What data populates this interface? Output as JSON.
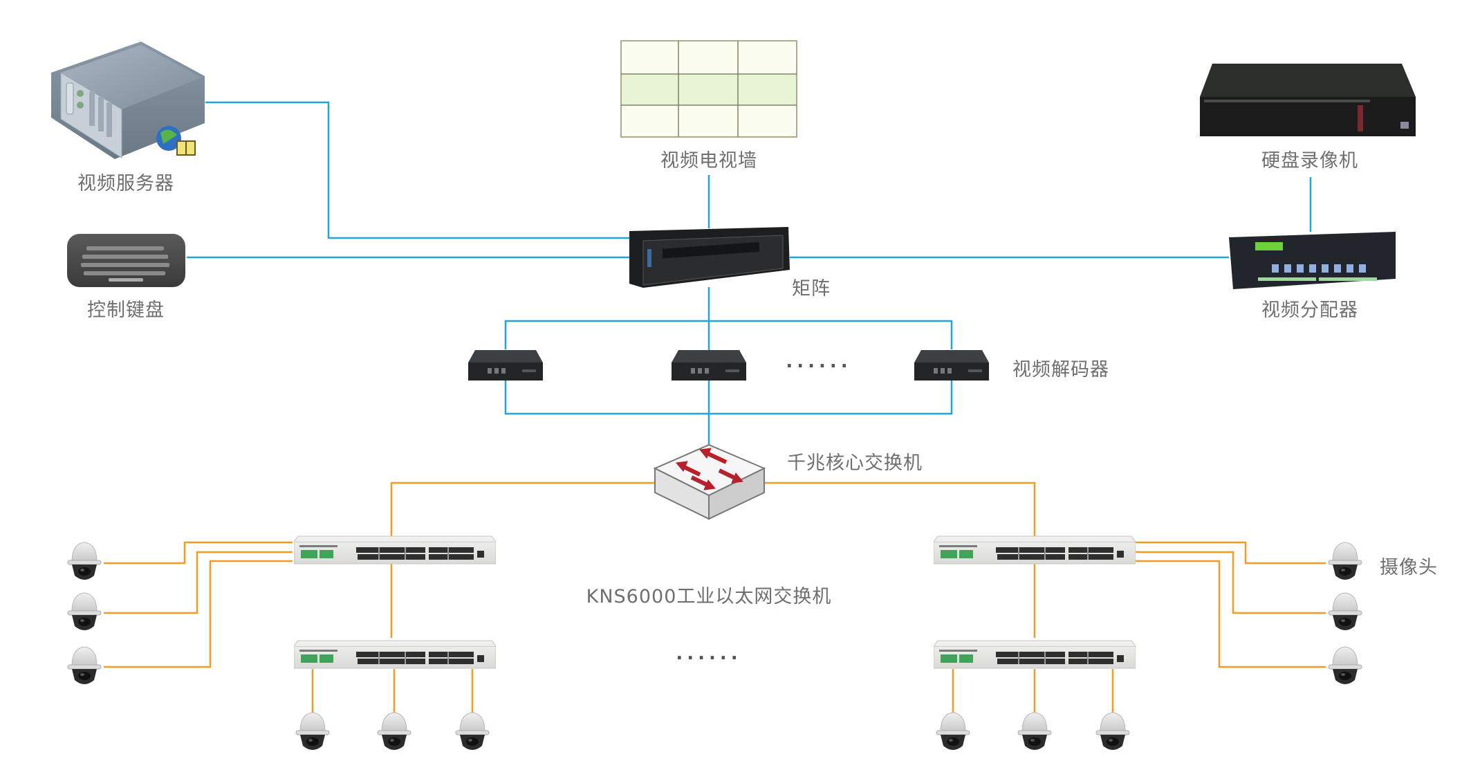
{
  "diagram": {
    "title": "",
    "colors": {
      "video_link": "#1ea6dc",
      "network_link": "#f59a23",
      "label": "#6f6f6f"
    },
    "nodes": {
      "video_server": {
        "label": "视频服务器",
        "icon": "server-icon"
      },
      "control_keyboard": {
        "label": "控制键盘",
        "icon": "keyboard-icon"
      },
      "video_wall": {
        "label": "视频电视墙",
        "icon": "video-wall-icon"
      },
      "matrix": {
        "label": "矩阵",
        "icon": "matrix-switcher-icon"
      },
      "dvr": {
        "label": "硬盘录像机",
        "icon": "dvr-icon"
      },
      "video_distributor": {
        "label": "视频分配器",
        "icon": "video-distributor-icon"
      },
      "video_decoders": {
        "label": "视频解码器",
        "icon": "decoder-icon",
        "count_shown": 3,
        "ellipsis": "......"
      },
      "core_switch": {
        "label": "千兆核心交换机",
        "icon": "core-switch-icon"
      },
      "industrial_switches": {
        "label": "KNS6000工业以太网交换机",
        "icon": "ethernet-switch-icon",
        "count_shown": 4,
        "ellipsis": "......"
      },
      "cameras": {
        "label": "摄像头",
        "icon": "dome-camera-icon",
        "count_shown": 12
      }
    },
    "edges": [
      {
        "from": "video_server",
        "to": "matrix",
        "type": "video_link"
      },
      {
        "from": "control_keyboard",
        "to": "matrix",
        "type": "video_link"
      },
      {
        "from": "video_wall",
        "to": "matrix",
        "type": "video_link"
      },
      {
        "from": "matrix",
        "to": "video_distributor",
        "type": "video_link"
      },
      {
        "from": "dvr",
        "to": "video_distributor",
        "type": "video_link"
      },
      {
        "from": "matrix",
        "to": "video_decoders",
        "type": "video_link"
      },
      {
        "from": "video_decoders",
        "to": "core_switch",
        "type": "video_link"
      },
      {
        "from": "core_switch",
        "to": "industrial_switches",
        "type": "network_link"
      },
      {
        "from": "industrial_switches",
        "to": "cameras",
        "type": "network_link"
      }
    ]
  }
}
